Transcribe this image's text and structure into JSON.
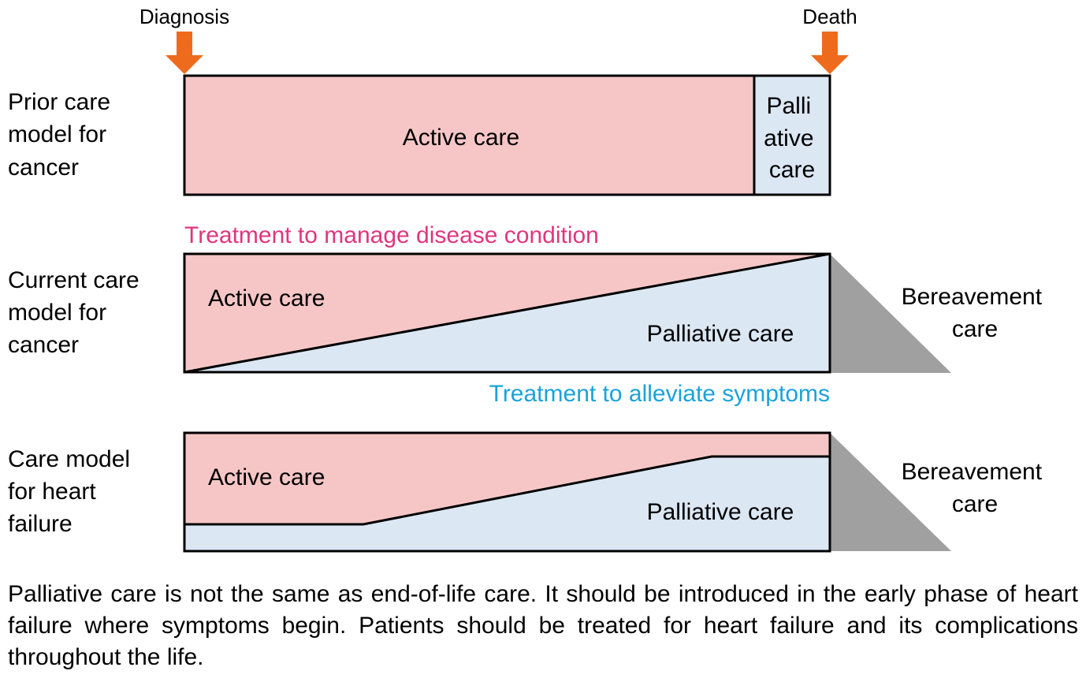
{
  "markers": {
    "diagnosis": "Diagnosis",
    "death": "Death",
    "arrow_color": "#EE6B1E"
  },
  "colors": {
    "active": "#F6C6C6",
    "palliative": "#DCE7F4",
    "bereavement": "#A0A0A0",
    "outline": "#000000",
    "treatment_disease": "#E0357F",
    "treatment_symptoms": "#1AA3D9"
  },
  "rows": {
    "prior": {
      "label_lines": [
        "Prior care",
        "model for",
        "cancer"
      ],
      "active": "Active care",
      "palliative_lines": [
        "Palli",
        "ative",
        "care"
      ]
    },
    "current": {
      "label_lines": [
        "Current care",
        "model for",
        "cancer"
      ],
      "active": "Active care",
      "palliative": "Palliative care",
      "bereavement_lines": [
        "Bereavement",
        "care"
      ],
      "treatment_disease": "Treatment to manage disease condition",
      "treatment_symptoms": "Treatment to alleviate symptoms"
    },
    "heart": {
      "label_lines": [
        "Care model",
        "for heart",
        "failure"
      ],
      "active": "Active care",
      "palliative": "Palliative care",
      "bereavement_lines": [
        "Bereavement",
        "care"
      ]
    }
  },
  "caption": "Palliative care is not the same as end-of-life care. It should be introduced in the early phase of heart failure where symptoms begin. Patients should be treated for heart failure and its complications throughout the life."
}
